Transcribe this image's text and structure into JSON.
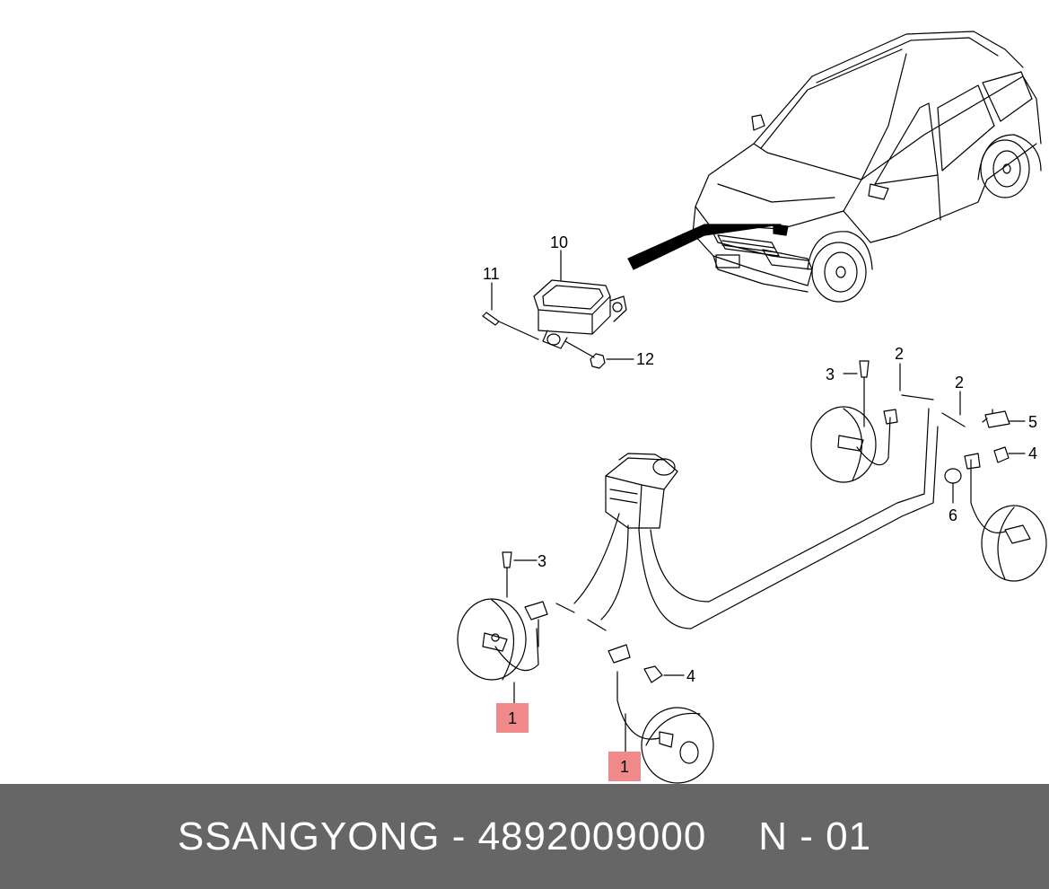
{
  "callouts": {
    "c10": "10",
    "c11": "11",
    "c12": "12",
    "c3_top": "3",
    "c2_a": "2",
    "c2_b": "2",
    "c5": "5",
    "c4_right": "4",
    "c6": "6",
    "c3_left": "3",
    "c4_mid": "4",
    "c1_left": "1",
    "c1_right": "1"
  },
  "footer": {
    "part_text": "SSANGYONG - 4892009000",
    "page_text": "N - 01"
  },
  "colors": {
    "highlight": "#f08a8a",
    "footer_bg": "#666666",
    "footer_text": "#ffffff",
    "line": "#000000"
  }
}
